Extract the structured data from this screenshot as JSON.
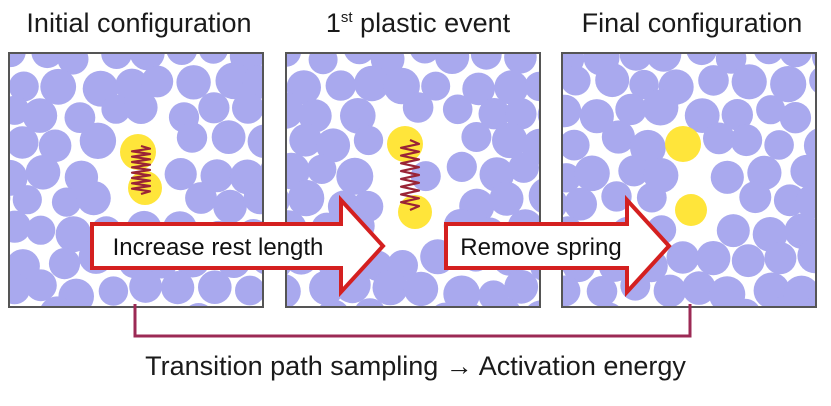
{
  "titles": {
    "initial": "Initial configuration",
    "event_number": "1",
    "event_sup": "st",
    "event_rest": " plastic event",
    "final": "Final configuration"
  },
  "arrows": {
    "first": "Increase rest length",
    "second": "Remove spring"
  },
  "bottom_caption": "Transition path sampling → Activation energy",
  "colors": {
    "particle": "#a9a9ee",
    "highlight": "#ffe53a",
    "spring": "#9a2436",
    "arrow_border": "#d42020",
    "arrow_fill": "#ffffff",
    "bracket": "#9c2a55"
  }
}
